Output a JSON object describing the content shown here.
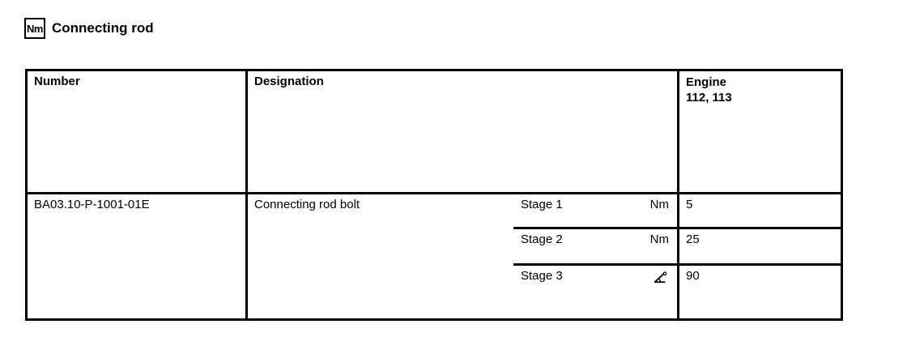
{
  "colors": {
    "text": "#000000",
    "background": "#ffffff",
    "border": "#000000"
  },
  "header": {
    "badge": "Nm",
    "title": "Connecting rod"
  },
  "table": {
    "columns": {
      "number": "Number",
      "designation": "Designation",
      "engine_line1": "Engine",
      "engine_line2": "112, 113"
    },
    "row": {
      "number": "BA03.10-P-1001-01E",
      "designation": "Connecting rod bolt",
      "stages": [
        {
          "label": "Stage 1",
          "unit": "Nm",
          "unit_icon": "",
          "engine_value": "5"
        },
        {
          "label": "Stage 2",
          "unit": "Nm",
          "unit_icon": "",
          "engine_value": "25"
        },
        {
          "label": "Stage 3",
          "unit": "",
          "unit_icon": "angle-degrees-icon",
          "engine_value": "90"
        }
      ]
    }
  }
}
